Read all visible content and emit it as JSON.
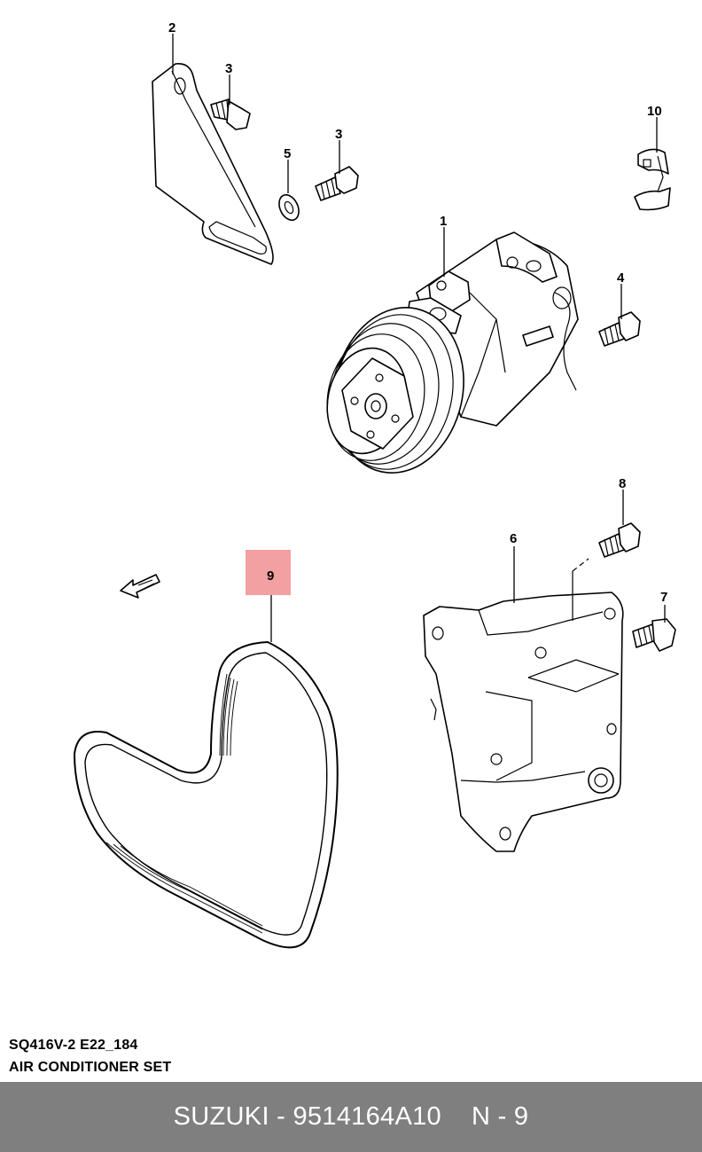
{
  "callouts": {
    "p1": "1",
    "p2": "2",
    "p3a": "3",
    "p3b": "3",
    "p4": "4",
    "p5": "5",
    "p6": "6",
    "p7": "7",
    "p8": "8",
    "p9": "9",
    "p10": "10"
  },
  "highlight_color": "#f2a0a0",
  "caption": {
    "code": "SQ416V-2 E22_184",
    "title": "AIR CONDITIONER SET"
  },
  "footer": {
    "brand_part": "SUZUKI - 9514164A10",
    "ref": "N - 9"
  }
}
